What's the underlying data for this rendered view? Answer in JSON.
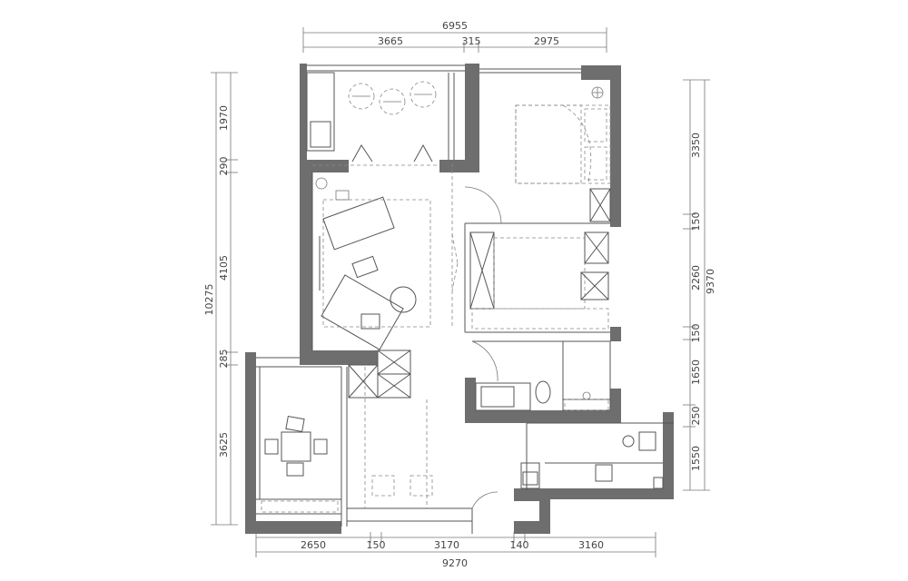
{
  "dimensions": {
    "top": {
      "total": "6955",
      "segments": [
        "3665",
        "315",
        "2975"
      ]
    },
    "bottom": {
      "total": "9270",
      "segments": [
        "2650",
        "150",
        "3170",
        "140",
        "3160"
      ]
    },
    "left": {
      "total": "10275",
      "segments": [
        "1970",
        "290",
        "4105",
        "285",
        "3625"
      ]
    },
    "right": {
      "total": "9370",
      "segments": [
        "3350",
        "150",
        "2260",
        "150",
        "1650",
        "250",
        "1550"
      ]
    }
  },
  "colors": {
    "wall": "#6e6e6e",
    "line": "#555555",
    "background": "#ffffff"
  }
}
